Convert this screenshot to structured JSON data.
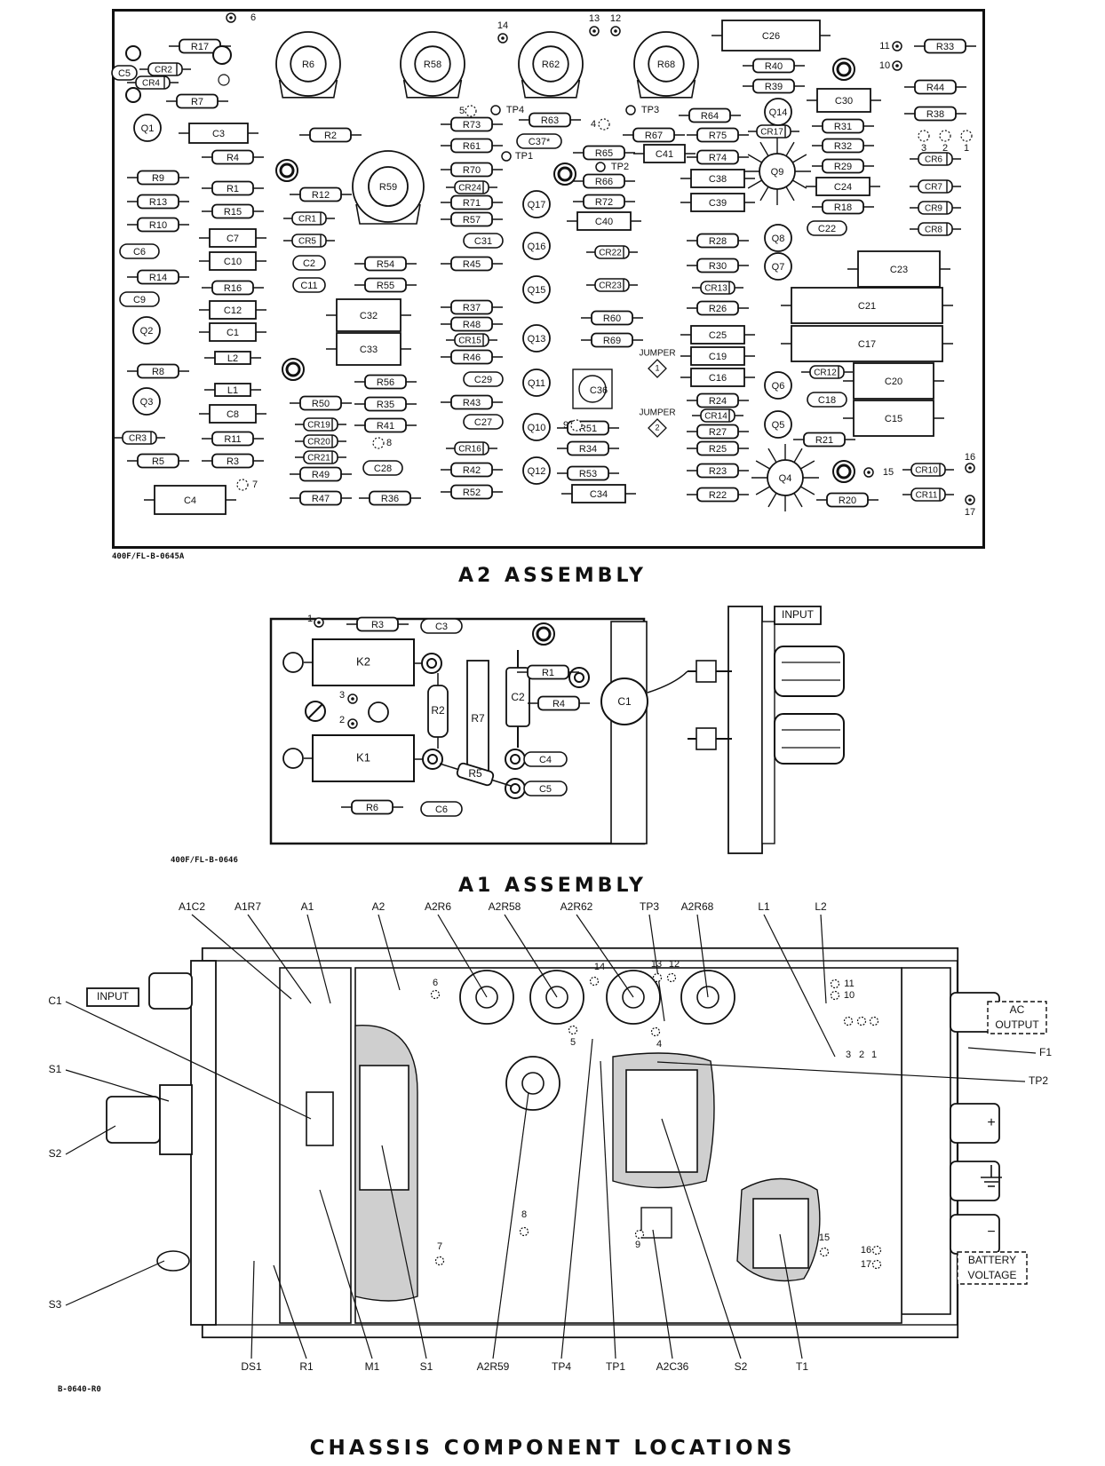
{
  "a2": {
    "title": "A2 ASSEMBLY",
    "drawing_code": "400F/FL-B-0645A",
    "resistors": [
      "R17",
      "R7",
      "R2",
      "R4",
      "R9",
      "R1",
      "R12",
      "R13",
      "R15",
      "R10",
      "R14",
      "R16",
      "R8",
      "R11",
      "R5",
      "R3",
      "R50",
      "R49",
      "R47",
      "R54",
      "R55",
      "R56",
      "R35",
      "R41",
      "R36",
      "R73",
      "R63",
      "R61",
      "R65",
      "R70",
      "R66",
      "R71",
      "R72",
      "R57",
      "R45",
      "R37",
      "R48",
      "R46",
      "R43",
      "R42",
      "R52",
      "R64",
      "R67",
      "R75",
      "R74",
      "R60",
      "R69",
      "R51",
      "R34",
      "R53",
      "R33",
      "R40",
      "R39",
      "R44",
      "R38",
      "R31",
      "R32",
      "R29",
      "R18",
      "R28",
      "R30",
      "R26",
      "R24",
      "R27",
      "R25",
      "R23",
      "R22",
      "R20",
      "R21"
    ],
    "capacitors": [
      "C5",
      "C3",
      "C6",
      "C7",
      "C10",
      "C9",
      "C12",
      "C1",
      "C2",
      "C11",
      "C32",
      "C33",
      "C8",
      "C4",
      "C28",
      "C29",
      "C27",
      "C31",
      "C37*",
      "C41",
      "C38",
      "C39",
      "C40",
      "C36",
      "C34",
      "C26",
      "C30",
      "C24",
      "C22",
      "C23",
      "C21",
      "C17",
      "C20",
      "C15",
      "C18",
      "C25",
      "C19",
      "C16"
    ],
    "diodes": [
      "CR2",
      "CR4",
      "CR1",
      "CR5",
      "CR3",
      "CR19",
      "CR20",
      "CR21",
      "CR24",
      "CR15",
      "CR16",
      "CR22",
      "CR23",
      "CR17",
      "CR13",
      "CR14",
      "CR12",
      "CR6",
      "CR7",
      "CR9",
      "CR8",
      "CR10",
      "CR11"
    ],
    "transistors": [
      "Q1",
      "Q2",
      "Q3",
      "Q17",
      "Q16",
      "Q15",
      "Q13",
      "Q11",
      "Q10",
      "Q12",
      "Q14",
      "Q9",
      "Q8",
      "Q7",
      "Q6",
      "Q5",
      "Q4"
    ],
    "inductors": [
      "L2",
      "L1"
    ],
    "potentiometers": [
      "R6",
      "R58",
      "R62",
      "R68",
      "R59"
    ],
    "test_points": [
      "TP4",
      "TP1",
      "TP3",
      "TP2"
    ],
    "terminals": [
      "6",
      "14",
      "13",
      "12",
      "5",
      "4",
      "11",
      "10",
      "3",
      "2",
      "1",
      "9",
      "8",
      "7",
      "15",
      "16",
      "17"
    ],
    "jumpers": [
      "JUMPER",
      "JUMPER"
    ],
    "jumper_marks": [
      "1",
      "2"
    ]
  },
  "a1": {
    "title": "A1 ASSEMBLY",
    "drawing_code": "400F/FL-B-0646",
    "parts": [
      "R3",
      "C3",
      "K2",
      "R2",
      "R7",
      "C2",
      "R1",
      "R4",
      "C1",
      "K1",
      "R5",
      "C4",
      "C5",
      "R6",
      "C6"
    ],
    "terminals": [
      "1",
      "3",
      "2"
    ],
    "connector_label": "INPUT"
  },
  "chassis": {
    "title": "CHASSIS COMPONENT LOCATIONS",
    "drawing_code": "B-0640-R0",
    "top_callouts": [
      "A1C2",
      "A1R7",
      "A1",
      "A2",
      "A2R6",
      "A2R58",
      "A2R62",
      "TP3",
      "A2R68",
      "L1",
      "L2"
    ],
    "left_callouts": [
      "C1",
      "S1",
      "S2",
      "S3"
    ],
    "right_callouts": [
      "F1",
      "TP2"
    ],
    "bottom_callouts": [
      "DS1",
      "R1",
      "M1",
      "S1",
      "A2R59",
      "TP4",
      "TP1",
      "A2C36",
      "S2",
      "T1"
    ],
    "input_label": "INPUT",
    "ac_output_label": [
      "AC",
      "OUTPUT"
    ],
    "battery_label": [
      "BATTERY",
      "VOLTAGE"
    ],
    "polarity": [
      "+",
      "−"
    ],
    "terminals": [
      "6",
      "14",
      "13",
      "12",
      "5",
      "4",
      "11",
      "10",
      "3",
      "2",
      "1",
      "9",
      "8",
      "7",
      "15",
      "16",
      "17"
    ]
  }
}
